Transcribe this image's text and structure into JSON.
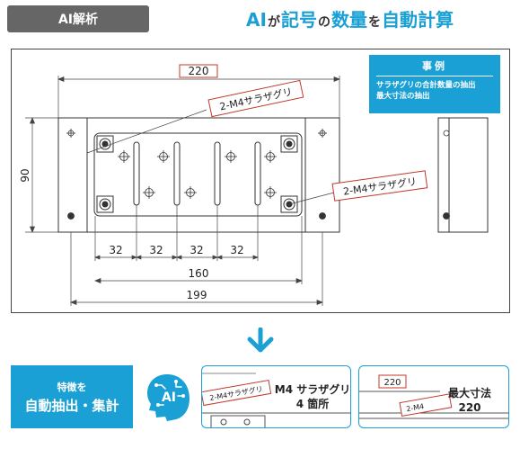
{
  "header": {
    "badge": "AI解析",
    "title": {
      "p1": "AI",
      "p2": "が",
      "p3": "記号",
      "p4": "の",
      "p5": "数量",
      "p6": "を",
      "p7": "自動計算"
    }
  },
  "drawing": {
    "dim_top": "220",
    "dim_left": "90",
    "dims_bottom": [
      "32",
      "32",
      "32",
      "32"
    ],
    "dim_160": "160",
    "dim_199": "199",
    "label_a": "2-M4サラザグリ",
    "label_b": "2-M4サラザグリ"
  },
  "callout": {
    "title": "事例",
    "lines": [
      "サラザグリの合計数量の抽出",
      "最大寸法の抽出"
    ]
  },
  "bottom": {
    "feature_small": "特徴を",
    "feature_big": "自動抽出・集計",
    "ai_label": "AI",
    "result1_label": "2-M4サラザグリ",
    "result1_line1": "M4 サラザグリ",
    "result1_line2": "4 箇所",
    "result2_dim": "220",
    "result2_label": "2-M4",
    "result2_line1": "最大寸法",
    "result2_line2": "220"
  },
  "colors": {
    "accent": "#1aa0d4",
    "label_red": "#c0392b",
    "badge_gray": "#666666"
  }
}
